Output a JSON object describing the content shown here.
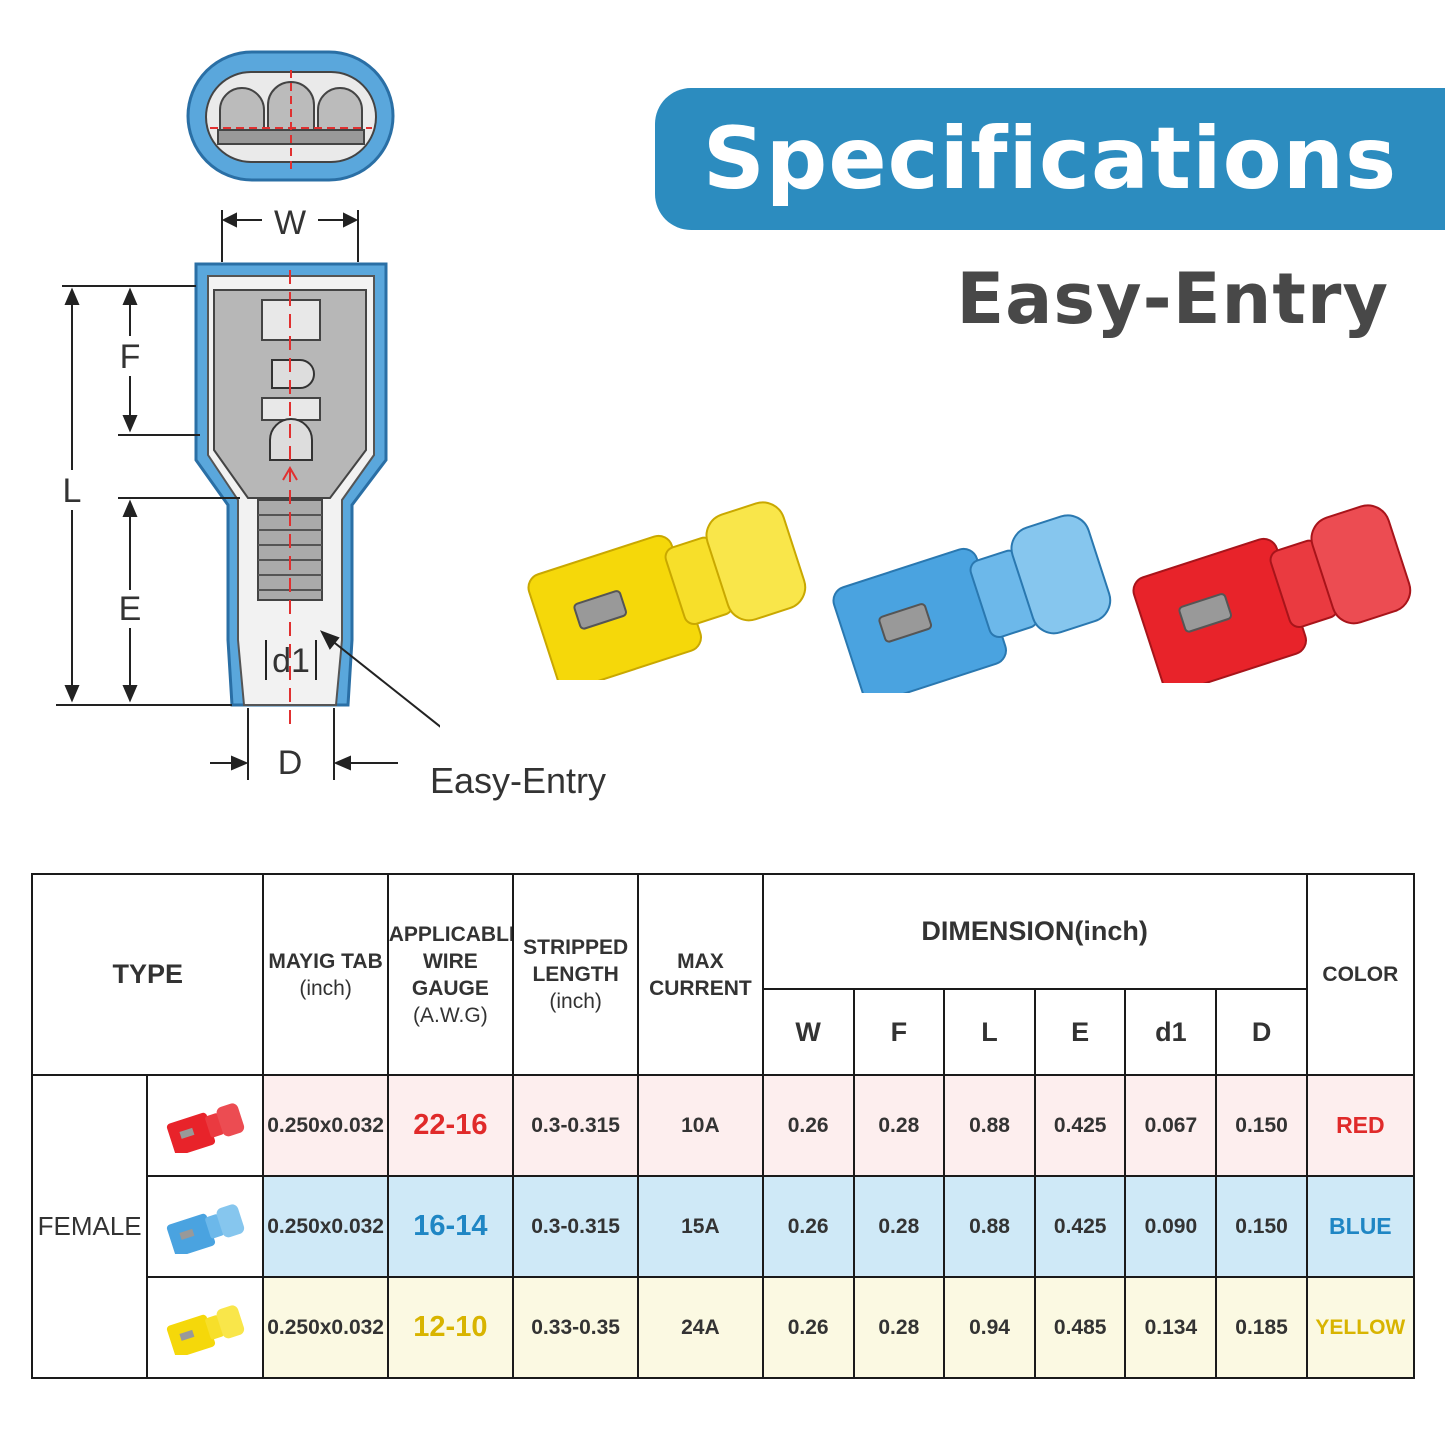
{
  "header": {
    "title": "Specifications",
    "subtitle": "Easy-Entry"
  },
  "diagram": {
    "labels": {
      "w": "W",
      "f": "F",
      "l": "L",
      "e": "E",
      "d1": "d1",
      "d": "D"
    },
    "callout": "Easy-Entry"
  },
  "table": {
    "headers": {
      "type": "TYPE",
      "tab": [
        "MAYIG TAB",
        "(inch)"
      ],
      "gauge": [
        "APPLICABLE",
        "WIRE GAUGE",
        "(A.W.G)"
      ],
      "stripped": [
        "STRIPPED",
        "LENGTH",
        "(inch)"
      ],
      "current": [
        "MAX",
        "CURRENT"
      ],
      "dimension": "DIMENSION(inch)",
      "dims": [
        "W",
        "F",
        "L",
        "E",
        "d1",
        "D"
      ],
      "color": "COLOR"
    },
    "type_value": "FEMALE",
    "rows": [
      {
        "tab": "0.250x0.032",
        "gauge": "22-16",
        "stripped": "0.3-0.315",
        "current": "10A",
        "w": "0.26",
        "f": "0.28",
        "l": "0.88",
        "e": "0.425",
        "d1": "0.067",
        "d": "0.150",
        "color": "RED"
      },
      {
        "tab": "0.250x0.032",
        "gauge": "16-14",
        "stripped": "0.3-0.315",
        "current": "15A",
        "w": "0.26",
        "f": "0.28",
        "l": "0.88",
        "e": "0.425",
        "d1": "0.090",
        "d": "0.150",
        "color": "BLUE"
      },
      {
        "tab": "0.250x0.032",
        "gauge": "12-10",
        "stripped": "0.33-0.35",
        "current": "24A",
        "w": "0.26",
        "f": "0.28",
        "l": "0.94",
        "e": "0.485",
        "d1": "0.134",
        "d": "0.185",
        "color": "YELLOW"
      }
    ]
  },
  "colors": {
    "banner": "#2c8cbf",
    "red": "#e02a2a",
    "blue": "#1f86c4",
    "yellow": "#d8b400",
    "connector_blue": "#4aa3e0",
    "connector_red": "#e8232a",
    "connector_yellow": "#f5d80a"
  },
  "icons": [
    "red-connector-icon",
    "blue-connector-icon",
    "yellow-connector-icon"
  ]
}
